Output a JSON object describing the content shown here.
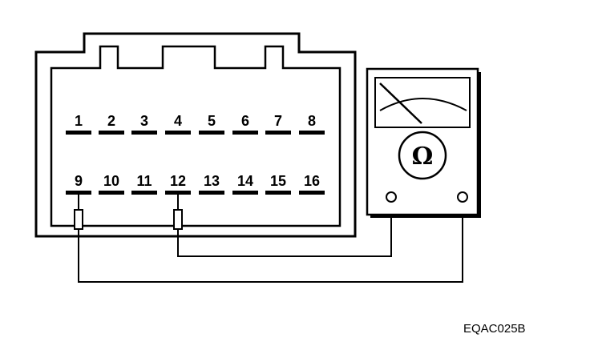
{
  "connector": {
    "pins_top": [
      "1",
      "2",
      "3",
      "4",
      "5",
      "6",
      "7",
      "8"
    ],
    "pins_bottom": [
      "9",
      "10",
      "11",
      "12",
      "13",
      "14",
      "15",
      "16"
    ],
    "probed_pins": [
      "9",
      "12"
    ]
  },
  "meter": {
    "symbol": "Ω",
    "icon": "ohmmeter-icon"
  },
  "figure_code": "EQAC025B",
  "colors": {
    "line": "#000000",
    "background": "#ffffff"
  }
}
